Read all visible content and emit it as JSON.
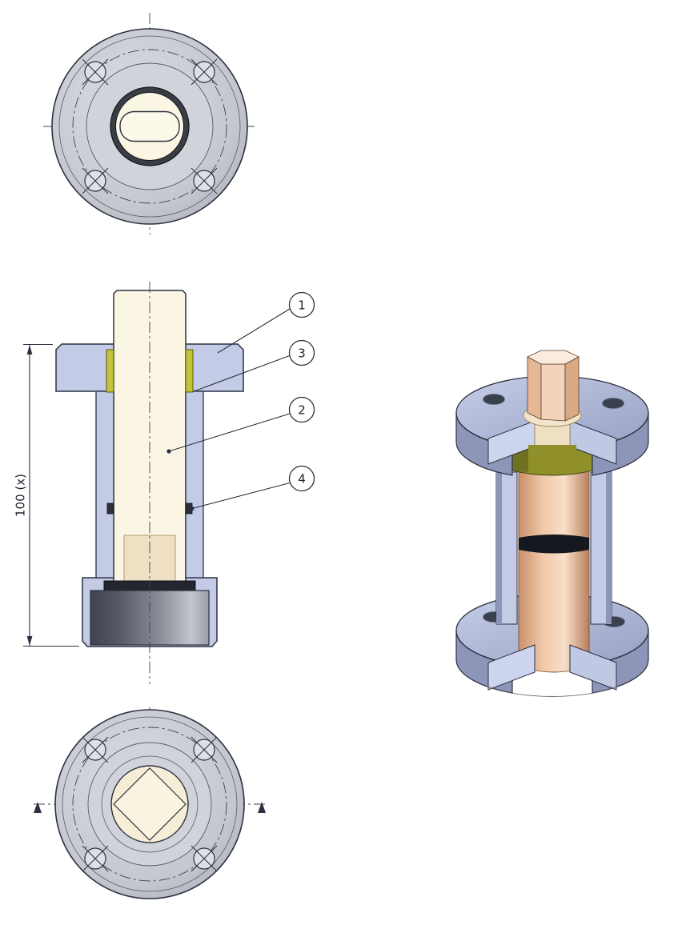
{
  "colors": {
    "paper": "#ffffff",
    "outline": "#2b3140",
    "flange": "#c3cbe6",
    "flange_dark": "#8d96b8",
    "flange_cut": "#ccd4ee",
    "cream": "#fbf6e3",
    "cream_dark": "#efe0c3",
    "seal_yellow": "#c2c338",
    "seal_olive": "#8f9029",
    "peach": "#f2cdb0",
    "oring": "#15181f",
    "washer": "#23262e",
    "gray_metal": "#6a6e78"
  },
  "views": {
    "front_section": {
      "dimension_label": "100 (x)",
      "callouts": [
        {
          "label": "1"
        },
        {
          "label": "3"
        },
        {
          "label": "2"
        },
        {
          "label": "4"
        }
      ]
    }
  }
}
